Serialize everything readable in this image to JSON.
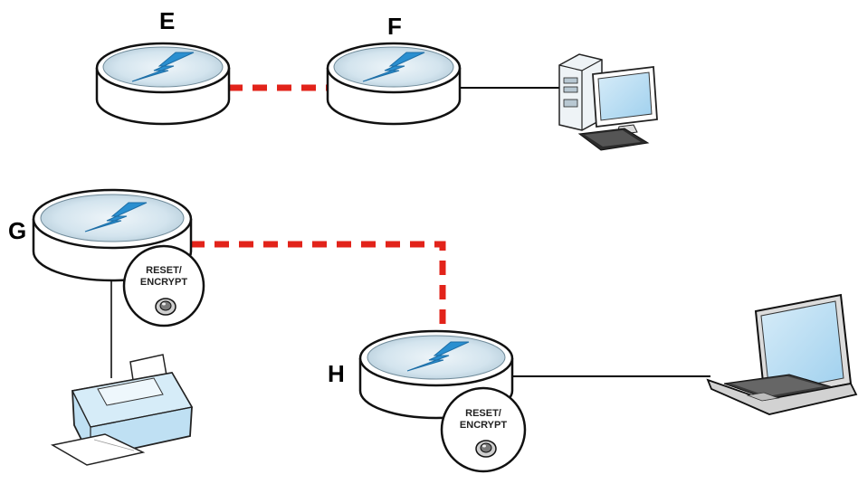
{
  "nodes": {
    "E": {
      "label": "E"
    },
    "F": {
      "label": "F"
    },
    "G": {
      "label": "G",
      "button_line1": "RESET/",
      "button_line2": "ENCRYPT"
    },
    "H": {
      "label": "H",
      "button_line1": "RESET/",
      "button_line2": "ENCRYPT"
    }
  },
  "icons": [
    "lightning-bolt-icon",
    "desktop-computer-icon",
    "printer-icon",
    "laptop-icon",
    "reset-encrypt-button-icon"
  ],
  "colors": {
    "wireless_link": "#e2231a",
    "wired_link": "#000000",
    "adapter_top": "#cfe2ec",
    "bolt": "#2a8fd0",
    "device_blue": "#8fc6e6"
  }
}
